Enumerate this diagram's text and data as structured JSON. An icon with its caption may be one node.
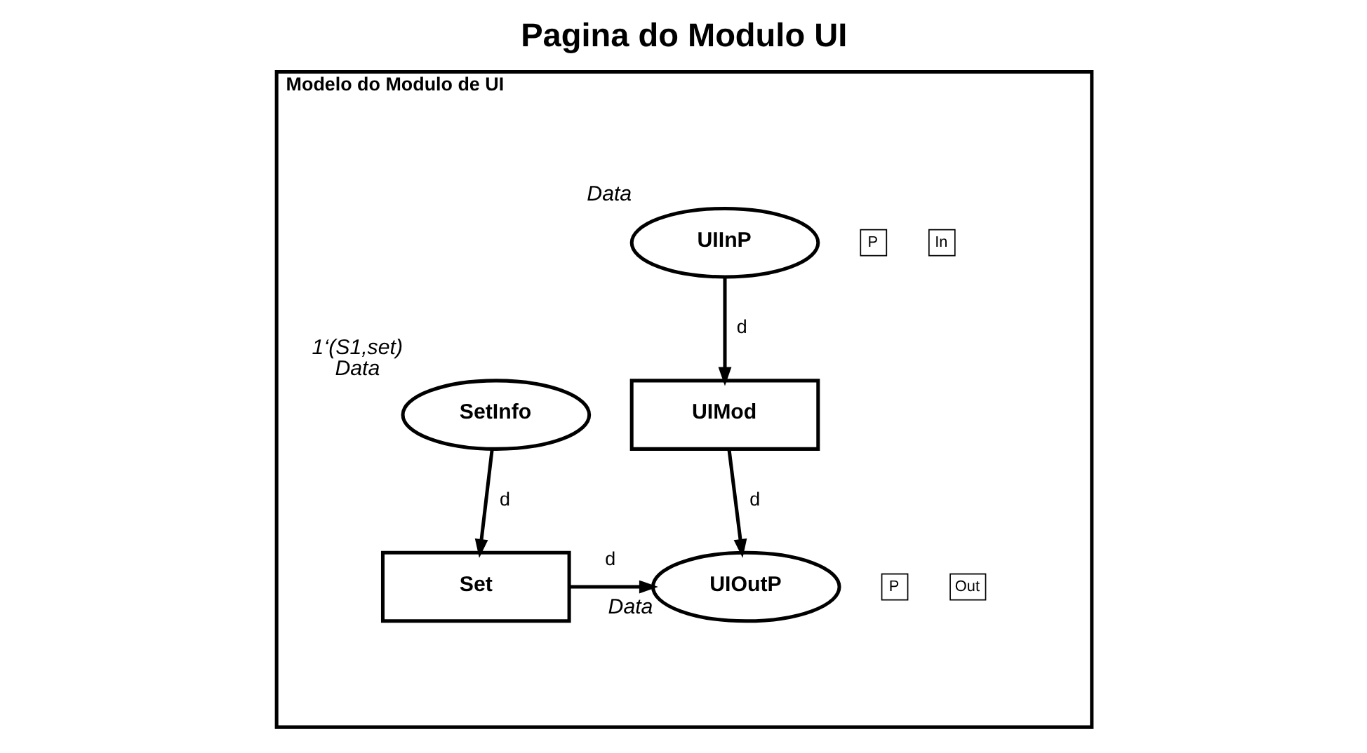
{
  "diagram": {
    "title": "Pagina do Modulo UI",
    "nodes": [
      {
        "text": [
          "Modelo do Modulo de UI"
        ]
      },
      {
        "text": [
          "UIInP"
        ],
        "in": 0,
        "beside": [
          "Data"
        ]
      },
      {
        "text": [
          "P"
        ],
        "in": 0
      },
      {
        "text": [
          "In"
        ],
        "in": 0
      },
      {
        "text": [
          "SetInfo"
        ],
        "in": 0,
        "beside": [
          "1‘(S1,set)",
          "Data"
        ]
      },
      {
        "text": [
          "UIMod"
        ],
        "in": 0
      },
      {
        "text": [
          "Set"
        ],
        "in": 0
      },
      {
        "text": [
          "UIOutP"
        ],
        "in": 0,
        "beside": [
          "Data"
        ]
      },
      {
        "text": [
          "P"
        ],
        "in": 0
      },
      {
        "text": [
          "Out"
        ],
        "in": 0
      }
    ],
    "edges": [
      {
        "from": 1,
        "to": 5,
        "arrow": "to",
        "label": "d"
      },
      {
        "from": 4,
        "to": 6,
        "arrow": "to",
        "label": "d"
      },
      {
        "from": 5,
        "to": 7,
        "arrow": "to",
        "label": "d"
      },
      {
        "from": 6,
        "to": 7,
        "arrow": "to",
        "label": "d"
      }
    ]
  }
}
